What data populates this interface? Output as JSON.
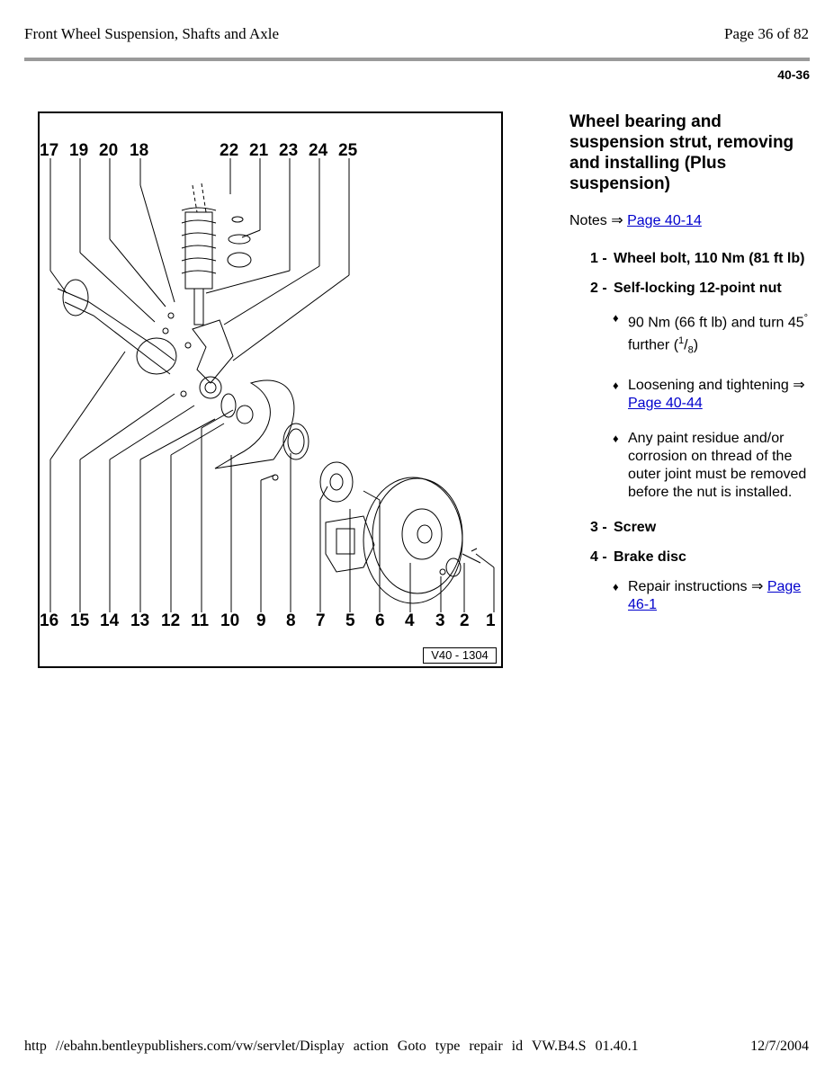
{
  "header": {
    "left": "Front Wheel Suspension, Shafts and Axle",
    "right": "Page 36 of 82"
  },
  "page_code": "40-36",
  "figure": {
    "top_labels": [
      "17",
      "19",
      "20",
      "18",
      "22",
      "21",
      "23",
      "24",
      "25"
    ],
    "bottom_labels": [
      "16",
      "15",
      "14",
      "13",
      "12",
      "11",
      "10",
      "9",
      "8",
      "7",
      "5",
      "6",
      "4",
      "3",
      "2",
      "1"
    ],
    "code": "V40 - 1304"
  },
  "content": {
    "title": "Wheel bearing and suspension strut, removing and installing (Plus suspension)",
    "notes_label": "Notes ⇒",
    "notes_link": "Page 40-14",
    "item1_num": "1 -",
    "item1_text": "Wheel bolt, 110 Nm (81 ft lb)",
    "item2_num": "2 -",
    "item2_text": "Self-locking 12-point nut",
    "item2_sub1_a": "90 Nm (66 ft lb) and turn 45",
    "item2_sub1_deg": "°",
    "item2_sub1_b": " further (",
    "item2_sub1_num": "1",
    "item2_sub1_den": "8",
    "item2_sub1_c": ")",
    "item2_sub2_text": "Loosening and tightening ⇒",
    "item2_sub2_link": "Page 40-44",
    "item2_sub3_text": "Any paint residue and/or corrosion on thread of the outer joint must be removed before the nut is installed.",
    "item3_num": "3 -",
    "item3_text": "Screw",
    "item4_num": "4 -",
    "item4_text": "Brake disc",
    "item4_sub1_text": "Repair instructions ⇒",
    "item4_sub1_link": "Page 46-1",
    "bullet": "♦"
  },
  "footer": {
    "url": "http //ebahn.bentleypublishers.com/vw/servlet/Display action Goto type repair id VW.B4.S 01.40.1",
    "date": "12/7/2004"
  }
}
